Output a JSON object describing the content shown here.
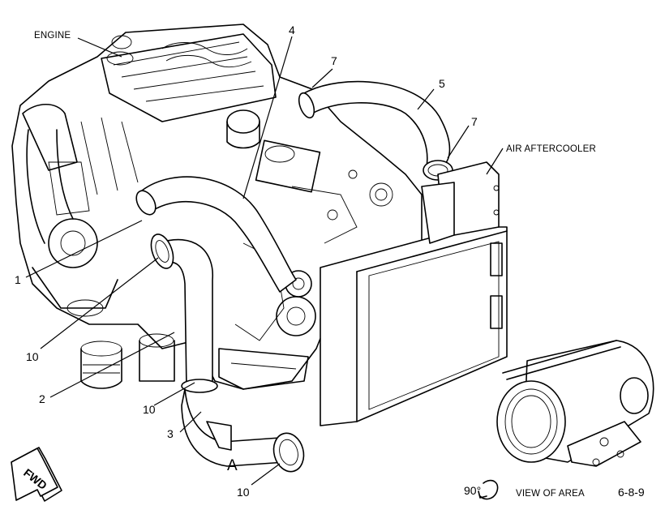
{
  "labels": {
    "engine": "ENGINE",
    "air_aftercooler": "AIR AFTERCOOLER",
    "callout_1": "1",
    "callout_2": "2",
    "callout_3": "3",
    "callout_4": "4",
    "callout_5": "5",
    "callout_7_top": "7",
    "callout_7_right": "7",
    "callout_10_left": "10",
    "callout_10_mid": "10",
    "callout_10_bottom": "10",
    "view_letter": "A",
    "fwd": "FWD",
    "rotation": "90°",
    "view_of_area": "VIEW OF AREA",
    "figure_id": "6-8-9"
  }
}
